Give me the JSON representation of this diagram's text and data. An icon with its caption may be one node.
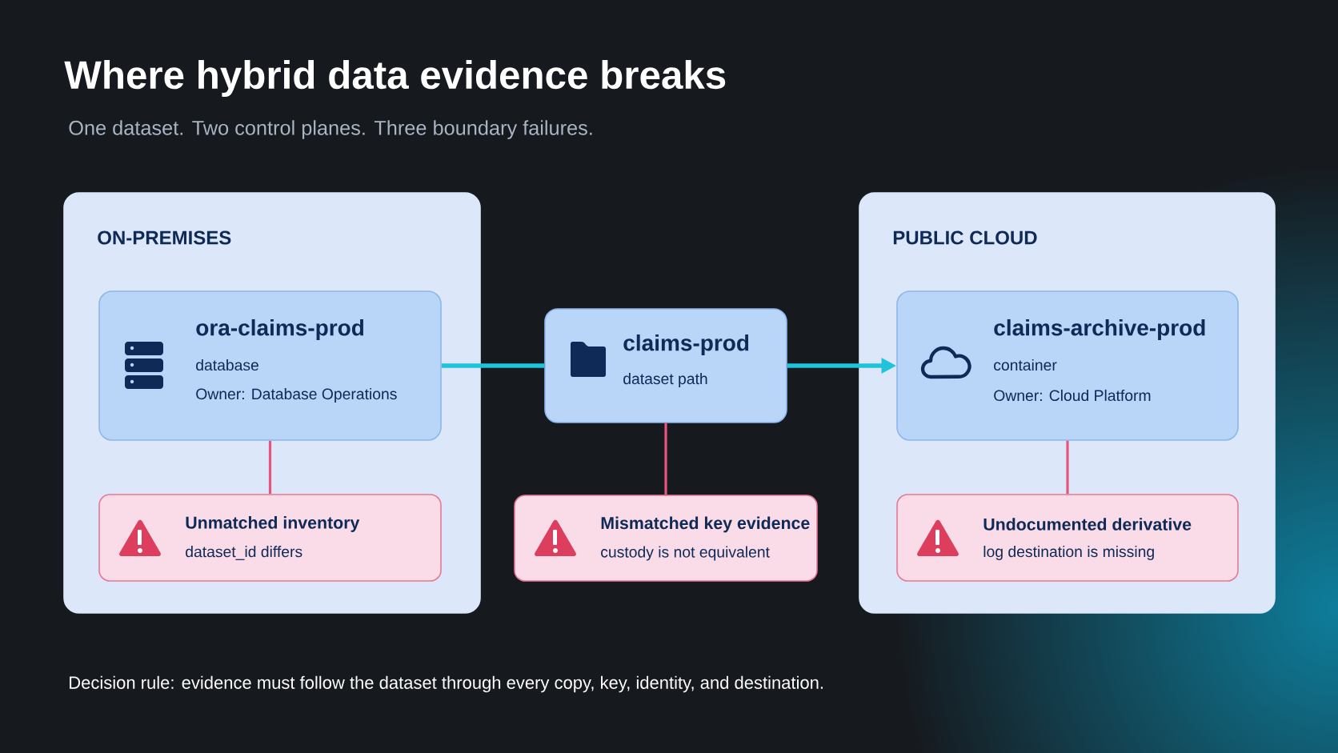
{
  "diagram": {
    "title": "Where hybrid data evidence breaks",
    "caption": "Decision rule: evidence must follow the dataset through every copy, key, identity, and destination.",
    "nodes": [
      {
        "text": [
          "ON-PREMISES"
        ]
      },
      {
        "text": [
          "ora-claims-prod",
          "database",
          "Owner: Database Operations"
        ],
        "in": 0
      },
      {
        "text": [
          "Unmatched inventory",
          "dataset_id differs"
        ],
        "in": 0
      },
      {
        "text": [
          "claims-prod",
          "dataset path"
        ]
      },
      {
        "text": [
          "Mismatched key evidence",
          "custody is not equivalent"
        ]
      },
      {
        "text": [
          "PUBLIC CLOUD"
        ]
      },
      {
        "text": [
          "claims-archive-prod",
          "container",
          "Owner: Cloud Platform"
        ],
        "in": 5
      },
      {
        "text": [
          "Undocumented derivative",
          "log destination is missing"
        ],
        "in": 5
      }
    ],
    "edges": [
      {
        "from": 1,
        "to": 3,
        "arrow": "none",
        "color": "#1fc3da"
      },
      {
        "from": 3,
        "to": 6,
        "arrow": "to",
        "color": "#1fc3da"
      },
      {
        "from": 1,
        "to": 2,
        "arrow": "none"
      },
      {
        "from": 3,
        "to": 4,
        "arrow": "none"
      },
      {
        "from": 6,
        "to": 7,
        "arrow": "none"
      }
    ],
    "labels": [
      "One dataset. Two control planes. Three boundary failures."
    ]
  }
}
